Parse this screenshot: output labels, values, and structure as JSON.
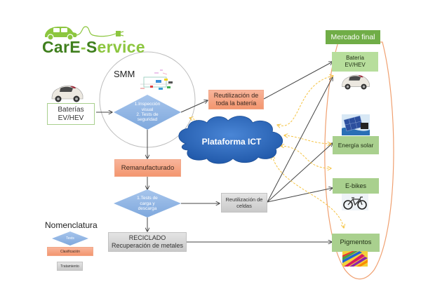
{
  "logo": {
    "part1": "Car",
    "part2": "E",
    "part3": "-",
    "part4": "S",
    "part5": "ervice",
    "icon": "car-plug-icon"
  },
  "source": {
    "label_line1": "Baterías",
    "label_line2": "EV/HEV",
    "icon": "car-icon"
  },
  "smm": {
    "title": "SMM",
    "icon": "machinery-diagram-icon",
    "test1": {
      "line1": "1.Inspección",
      "line2": "visual",
      "line3": "2. Tests de",
      "line4": "seguridad"
    }
  },
  "reuse_battery": {
    "line1": "Reutilización de",
    "line2": "toda la batería"
  },
  "platform": {
    "label": "Plataforma ICT"
  },
  "remanufacture": {
    "label": "Remanufacturado"
  },
  "test2": {
    "line1": "1.Tests de",
    "line2": "carga y",
    "line3": "descarga"
  },
  "reuse_cells": {
    "line1": "Reutilización de",
    "line2": "celdas"
  },
  "recycling": {
    "line1": "RECICLADO",
    "line2": "Recuperación de metales"
  },
  "legend": {
    "title": "Nomenclatura",
    "tests": "Tests",
    "classification": "Clasificación",
    "treatment": "Tratamiento"
  },
  "market": {
    "title": "Mercado final",
    "items": [
      {
        "line1": "Batería",
        "line2": "EV/HEV",
        "icon": "car-icon"
      },
      {
        "line1": "Energía solar",
        "line2": "",
        "icon": "solar-panel-icon"
      },
      {
        "line1": "E-bikes",
        "line2": "",
        "icon": "bicycle-icon"
      },
      {
        "line1": "Pigmentos",
        "line2": "",
        "icon": "pigments-icon"
      }
    ]
  },
  "colors": {
    "logo_dark_green": "#3f7f1d",
    "logo_light_green": "#8cc63f",
    "salmon": "#f4a283",
    "grey": "#d3d3d3",
    "diamond_blue": "#8eb4e3",
    "cloud_blue": "#2e6bbf",
    "market_green": "#70ad47",
    "item_green": "#a9d08e",
    "ict_arrow_yellow": "#f5c342",
    "oval_orange": "#f0a070"
  }
}
